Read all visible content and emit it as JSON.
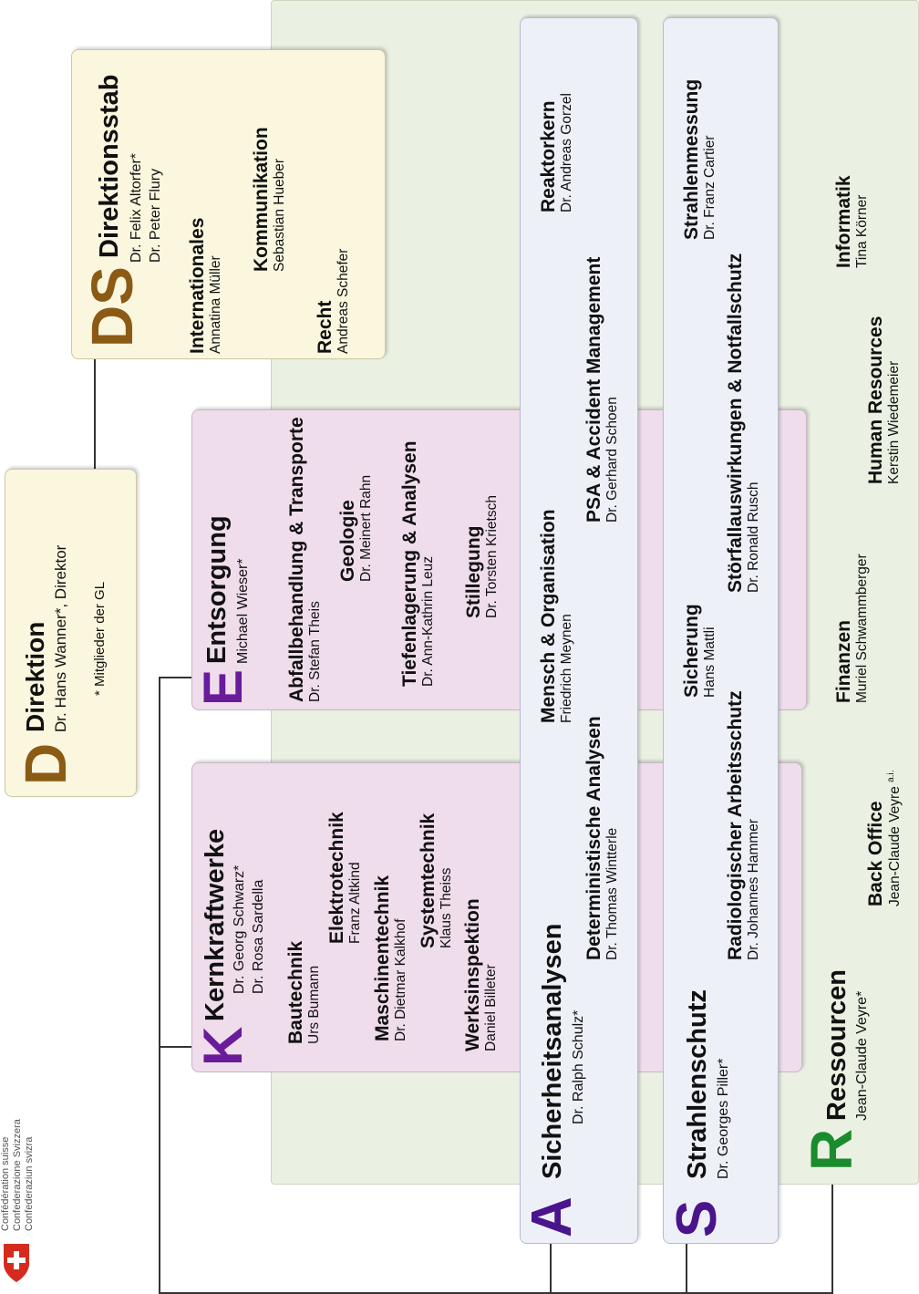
{
  "header": {
    "confederation": [
      "Confédération suisse",
      "Confederazione Svizzera",
      "Confederaziun svizra"
    ]
  },
  "colors": {
    "direktion": "#8B5A14",
    "kernkraftwerke": "#6A1B9A",
    "sicherheit": "#4A148C",
    "strahlenschutz": "#4A148C",
    "ressourcen": "#1B8C2E",
    "direktion_bg": "#FBF6DE",
    "purple_bg": "#EFDDEC",
    "lavender_bg": "#EEF0F8",
    "green_bg": "#EAF1E2"
  },
  "direktion": {
    "letter": "D",
    "title": "Direktion",
    "person": "Dr. Hans Wanner*, Direktor",
    "note": "* Mitglieder der GL"
  },
  "direktionsstab": {
    "letter": "DS",
    "title": "Direktionsstab",
    "persons": [
      "Dr. Felix Altorfer*",
      "Dr. Peter Flury"
    ],
    "units": [
      {
        "title": "Internationales",
        "person": "Annatina Müller"
      },
      {
        "title": "Kommunikation",
        "person": "Sebastian Hueber"
      },
      {
        "title": "Recht",
        "person": "Andreas Schefer"
      }
    ]
  },
  "kernkraftwerke": {
    "letter": "K",
    "title": "Kernkraftwerke",
    "persons": [
      "Dr. Georg Schwarz*",
      "Dr. Rosa Sardella"
    ],
    "units": [
      {
        "title": "Bautechnik",
        "person": "Urs Bumann"
      },
      {
        "title": "Elektrotechnik",
        "person": "Franz Altkind"
      },
      {
        "title": "Maschinentechnik",
        "person": "Dr. Dietmar Kalkhof"
      },
      {
        "title": "Systemtechnik",
        "person": "Klaus Theiss"
      },
      {
        "title": "Werksinspektion",
        "person": "Daniel Billeter"
      }
    ]
  },
  "entsorgung": {
    "letter": "E",
    "title": "Entsorgung",
    "persons": [
      "Michael Wieser*"
    ],
    "units": [
      {
        "title": "Abfallbehandlung & Transporte",
        "person": "Dr. Stefan Theis"
      },
      {
        "title": "Geologie",
        "person": "Dr. Meinert Rahn"
      },
      {
        "title": "Tiefenlagerung & Analysen",
        "person": "Dr. Ann-Kathrin Leuz"
      },
      {
        "title": "Stillegung",
        "person": "Dr. Torsten Krietsch"
      }
    ]
  },
  "sicherheitsanalysen": {
    "letter": "A",
    "title": "Sicherheitsanalysen",
    "persons": [
      "Dr. Ralph Schulz*"
    ],
    "units": [
      {
        "title": "Deterministische Analysen",
        "person": "Dr. Thomas Wintterle"
      },
      {
        "title": "Mensch & Organisation",
        "person": "Friedrich Meynen"
      },
      {
        "title": "PSA & Accident Management",
        "person": "Dr. Gerhard Schoen"
      },
      {
        "title": "Reaktorkern",
        "person": "Dr. Andreas Gorzel"
      }
    ]
  },
  "strahlenschutz": {
    "letter": "S",
    "title": "Strahlenschutz",
    "persons": [
      "Dr. Georges Piller*"
    ],
    "units": [
      {
        "title": "Radiologischer Arbeitsschutz",
        "person": "Dr. Johannes Hammer"
      },
      {
        "title": "Sicherung",
        "person": "Hans Mattli"
      },
      {
        "title": "Störfallauswirkungen & Notfallschutz",
        "person": "Dr. Ronald Rusch"
      },
      {
        "title": "Strahlenmessung",
        "person": "Dr. Franz Cartier"
      }
    ]
  },
  "ressourcen": {
    "letter": "R",
    "title": "Ressourcen",
    "persons": [
      "Jean-Claude Veyre*"
    ],
    "units": [
      {
        "title": "Back Office",
        "person": "Jean-Claude Veyre",
        "suffix": "a.i."
      },
      {
        "title": "Finanzen",
        "person": "Muriel Schwammberger"
      },
      {
        "title": "Human Resources",
        "person": "Kerstin Wiedemeier"
      },
      {
        "title": "Informatik",
        "person": "Tina Körner"
      }
    ]
  }
}
